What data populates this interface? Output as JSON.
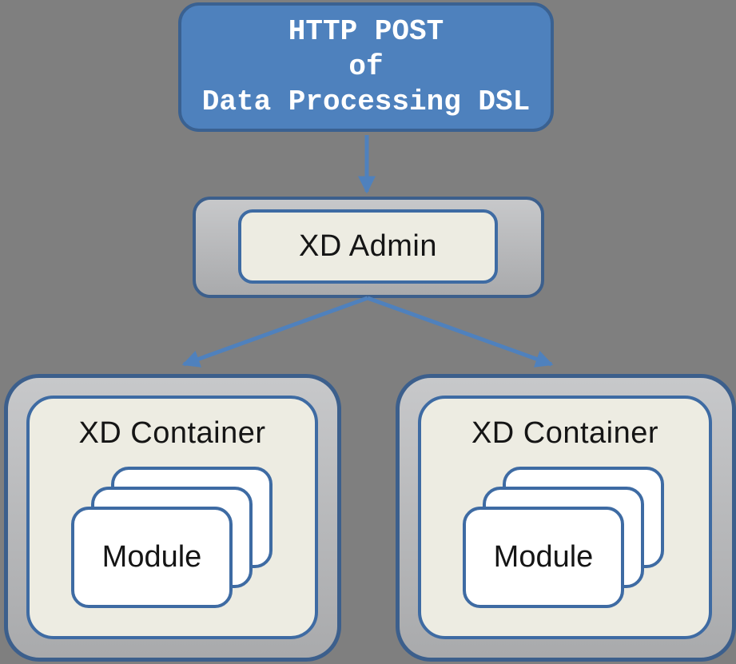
{
  "colors": {
    "background": "#7f7f7f",
    "accent-blue": "#4e81bd",
    "accent-blue-dark": "#3a6191",
    "outer-border": "#3c5f8c",
    "inner-border": "#3e6ba3",
    "panel-gray-light": "#c7c8ca",
    "panel-gray-dark": "#a9aaac",
    "cream": "#edece2",
    "card-white": "#ffffff",
    "arrow": "#4f81bd",
    "text-dark": "#151515",
    "text-light": "#ffffff"
  },
  "diagram": {
    "top_node": {
      "lines": [
        "HTTP POST",
        "of",
        "Data Processing DSL"
      ]
    },
    "admin_node": {
      "label": "XD Admin"
    },
    "containers": [
      {
        "label": "XD Container",
        "module_label": "Module"
      },
      {
        "label": "XD Container",
        "module_label": "Module"
      }
    ]
  }
}
